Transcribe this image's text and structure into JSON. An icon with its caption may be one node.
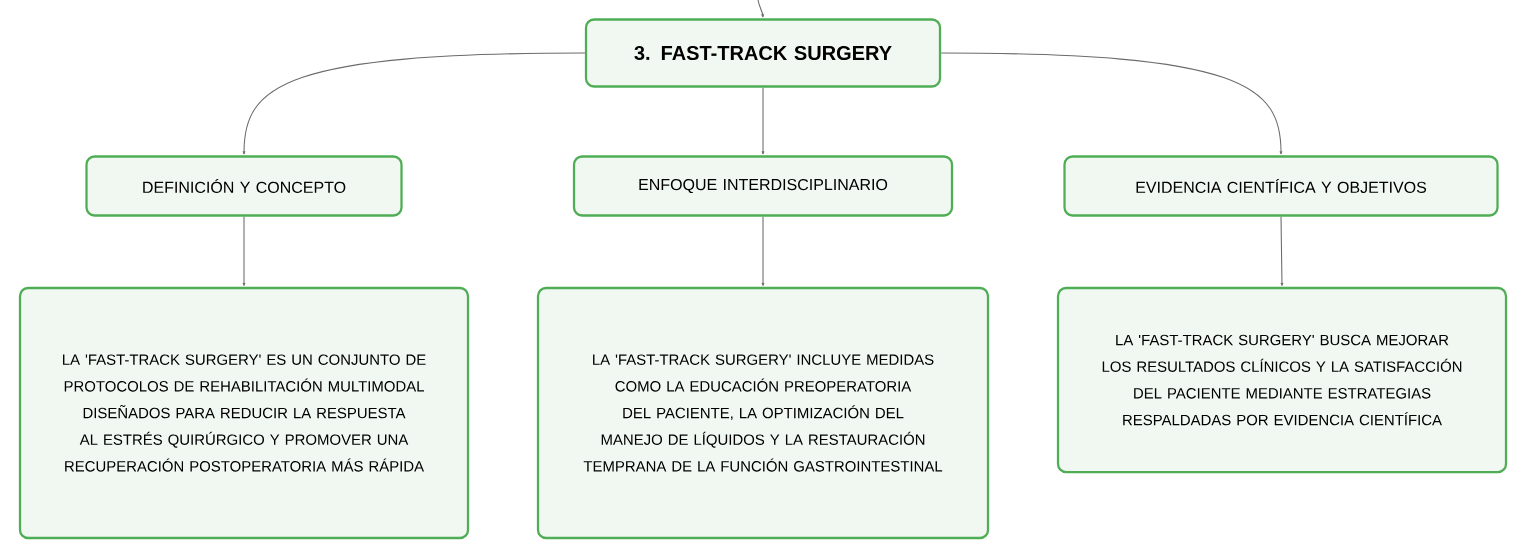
{
  "diagram": {
    "nodes": [
      {
        "text": [
          "3. FAST-TRACK SURGERY"
        ]
      },
      {
        "text": [
          "DEFINICIÓN Y CONCEPTO"
        ]
      },
      {
        "text": [
          "ENFOQUE INTERDISCIPLINARIO"
        ]
      },
      {
        "text": [
          "EVIDENCIA CIENTÍFICA Y OBJETIVOS"
        ]
      },
      {
        "text": [
          "LA 'FAST-TRACK SURGERY' ES UN CONJUNTO DE PROTOCOLOS DE REHABILITACIÓN MULTIMODAL DISEÑADOS PARA REDUCIR LA RESPUESTA AL ESTRÉS QUIRÚRGICO Y PROMOVER UNA RECUPERACIÓN POSTOPERATORIA MÁS RÁPIDA"
        ]
      },
      {
        "text": [
          "LA 'FAST-TRACK SURGERY' INCLUYE MEDIDAS COMO LA EDUCACIÓN PREOPERATORIA DEL PACIENTE, LA OPTIMIZACIÓN DEL MANEJO DE LÍQUIDOS Y LA RESTAURACIÓN TEMPRANA DE LA FUNCIÓN GASTROINTESTINAL"
        ]
      },
      {
        "text": [
          "LA 'FAST-TRACK SURGERY' BUSCA MEJORAR LOS RESULTADOS CLÍNICOS Y LA SATISFACCIÓN DEL PACIENTE MEDIANTE ESTRATEGIAS RESPALDADAS POR EVIDENCIA CIENTÍFICA"
        ]
      }
    ],
    "edges": [
      {
        "from": null,
        "to": 0,
        "arrow": "to"
      },
      {
        "from": 0,
        "to": 1,
        "arrow": "to"
      },
      {
        "from": 0,
        "to": 2,
        "arrow": "to"
      },
      {
        "from": 0,
        "to": 3,
        "arrow": "to"
      },
      {
        "from": 1,
        "to": 4,
        "arrow": "to"
      },
      {
        "from": 2,
        "to": 5,
        "arrow": "to"
      },
      {
        "from": 3,
        "to": 6,
        "arrow": "to"
      }
    ]
  }
}
